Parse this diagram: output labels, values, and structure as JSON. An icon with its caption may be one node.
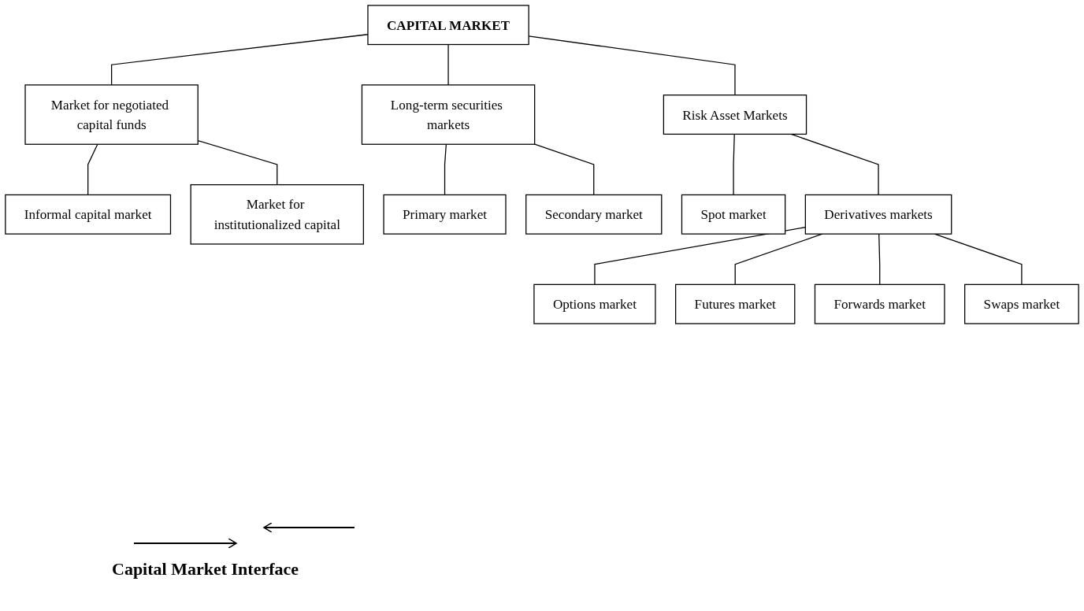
{
  "diagram": {
    "nodes": [
      {
        "text": [
          "CAPITAL MARKET"
        ]
      },
      {
        "text": [
          "Market for negotiated capital funds"
        ]
      },
      {
        "text": [
          "Risk Asset Markets"
        ]
      },
      {
        "text": [
          "Long-term securities markets"
        ]
      },
      {
        "text": [
          "Informal capital market"
        ]
      },
      {
        "text": [
          "Market for institutionalized capital"
        ]
      },
      {
        "text": [
          "Primary market"
        ]
      },
      {
        "text": [
          "Secondary market"
        ]
      },
      {
        "text": [
          "Spot market"
        ]
      },
      {
        "text": [
          "Derivatives markets"
        ]
      },
      {
        "text": [
          "Options market"
        ]
      },
      {
        "text": [
          "Futures market"
        ]
      },
      {
        "text": [
          "Forwards market"
        ]
      },
      {
        "text": [
          "Swaps market"
        ]
      }
    ],
    "edges": [
      {
        "from": 0,
        "to": 1,
        "arrow": "none"
      },
      {
        "from": 0,
        "to": 2,
        "arrow": "none"
      },
      {
        "from": 0,
        "to": 3,
        "arrow": "none"
      },
      {
        "from": 1,
        "to": 4,
        "arrow": "none"
      },
      {
        "from": 1,
        "to": 5,
        "arrow": "none"
      },
      {
        "from": 3,
        "to": 6,
        "arrow": "none"
      },
      {
        "from": 3,
        "to": 7,
        "arrow": "none"
      },
      {
        "from": 2,
        "to": 8,
        "arrow": "none"
      },
      {
        "from": 2,
        "to": 9,
        "arrow": "none"
      },
      {
        "from": 9,
        "to": 10,
        "arrow": "none"
      },
      {
        "from": 9,
        "to": 11,
        "arrow": "none"
      },
      {
        "from": 9,
        "to": 12,
        "arrow": "none"
      },
      {
        "from": 9,
        "to": 13,
        "arrow": "none"
      }
    ],
    "labels": [
      "Capital Market Interface"
    ]
  }
}
